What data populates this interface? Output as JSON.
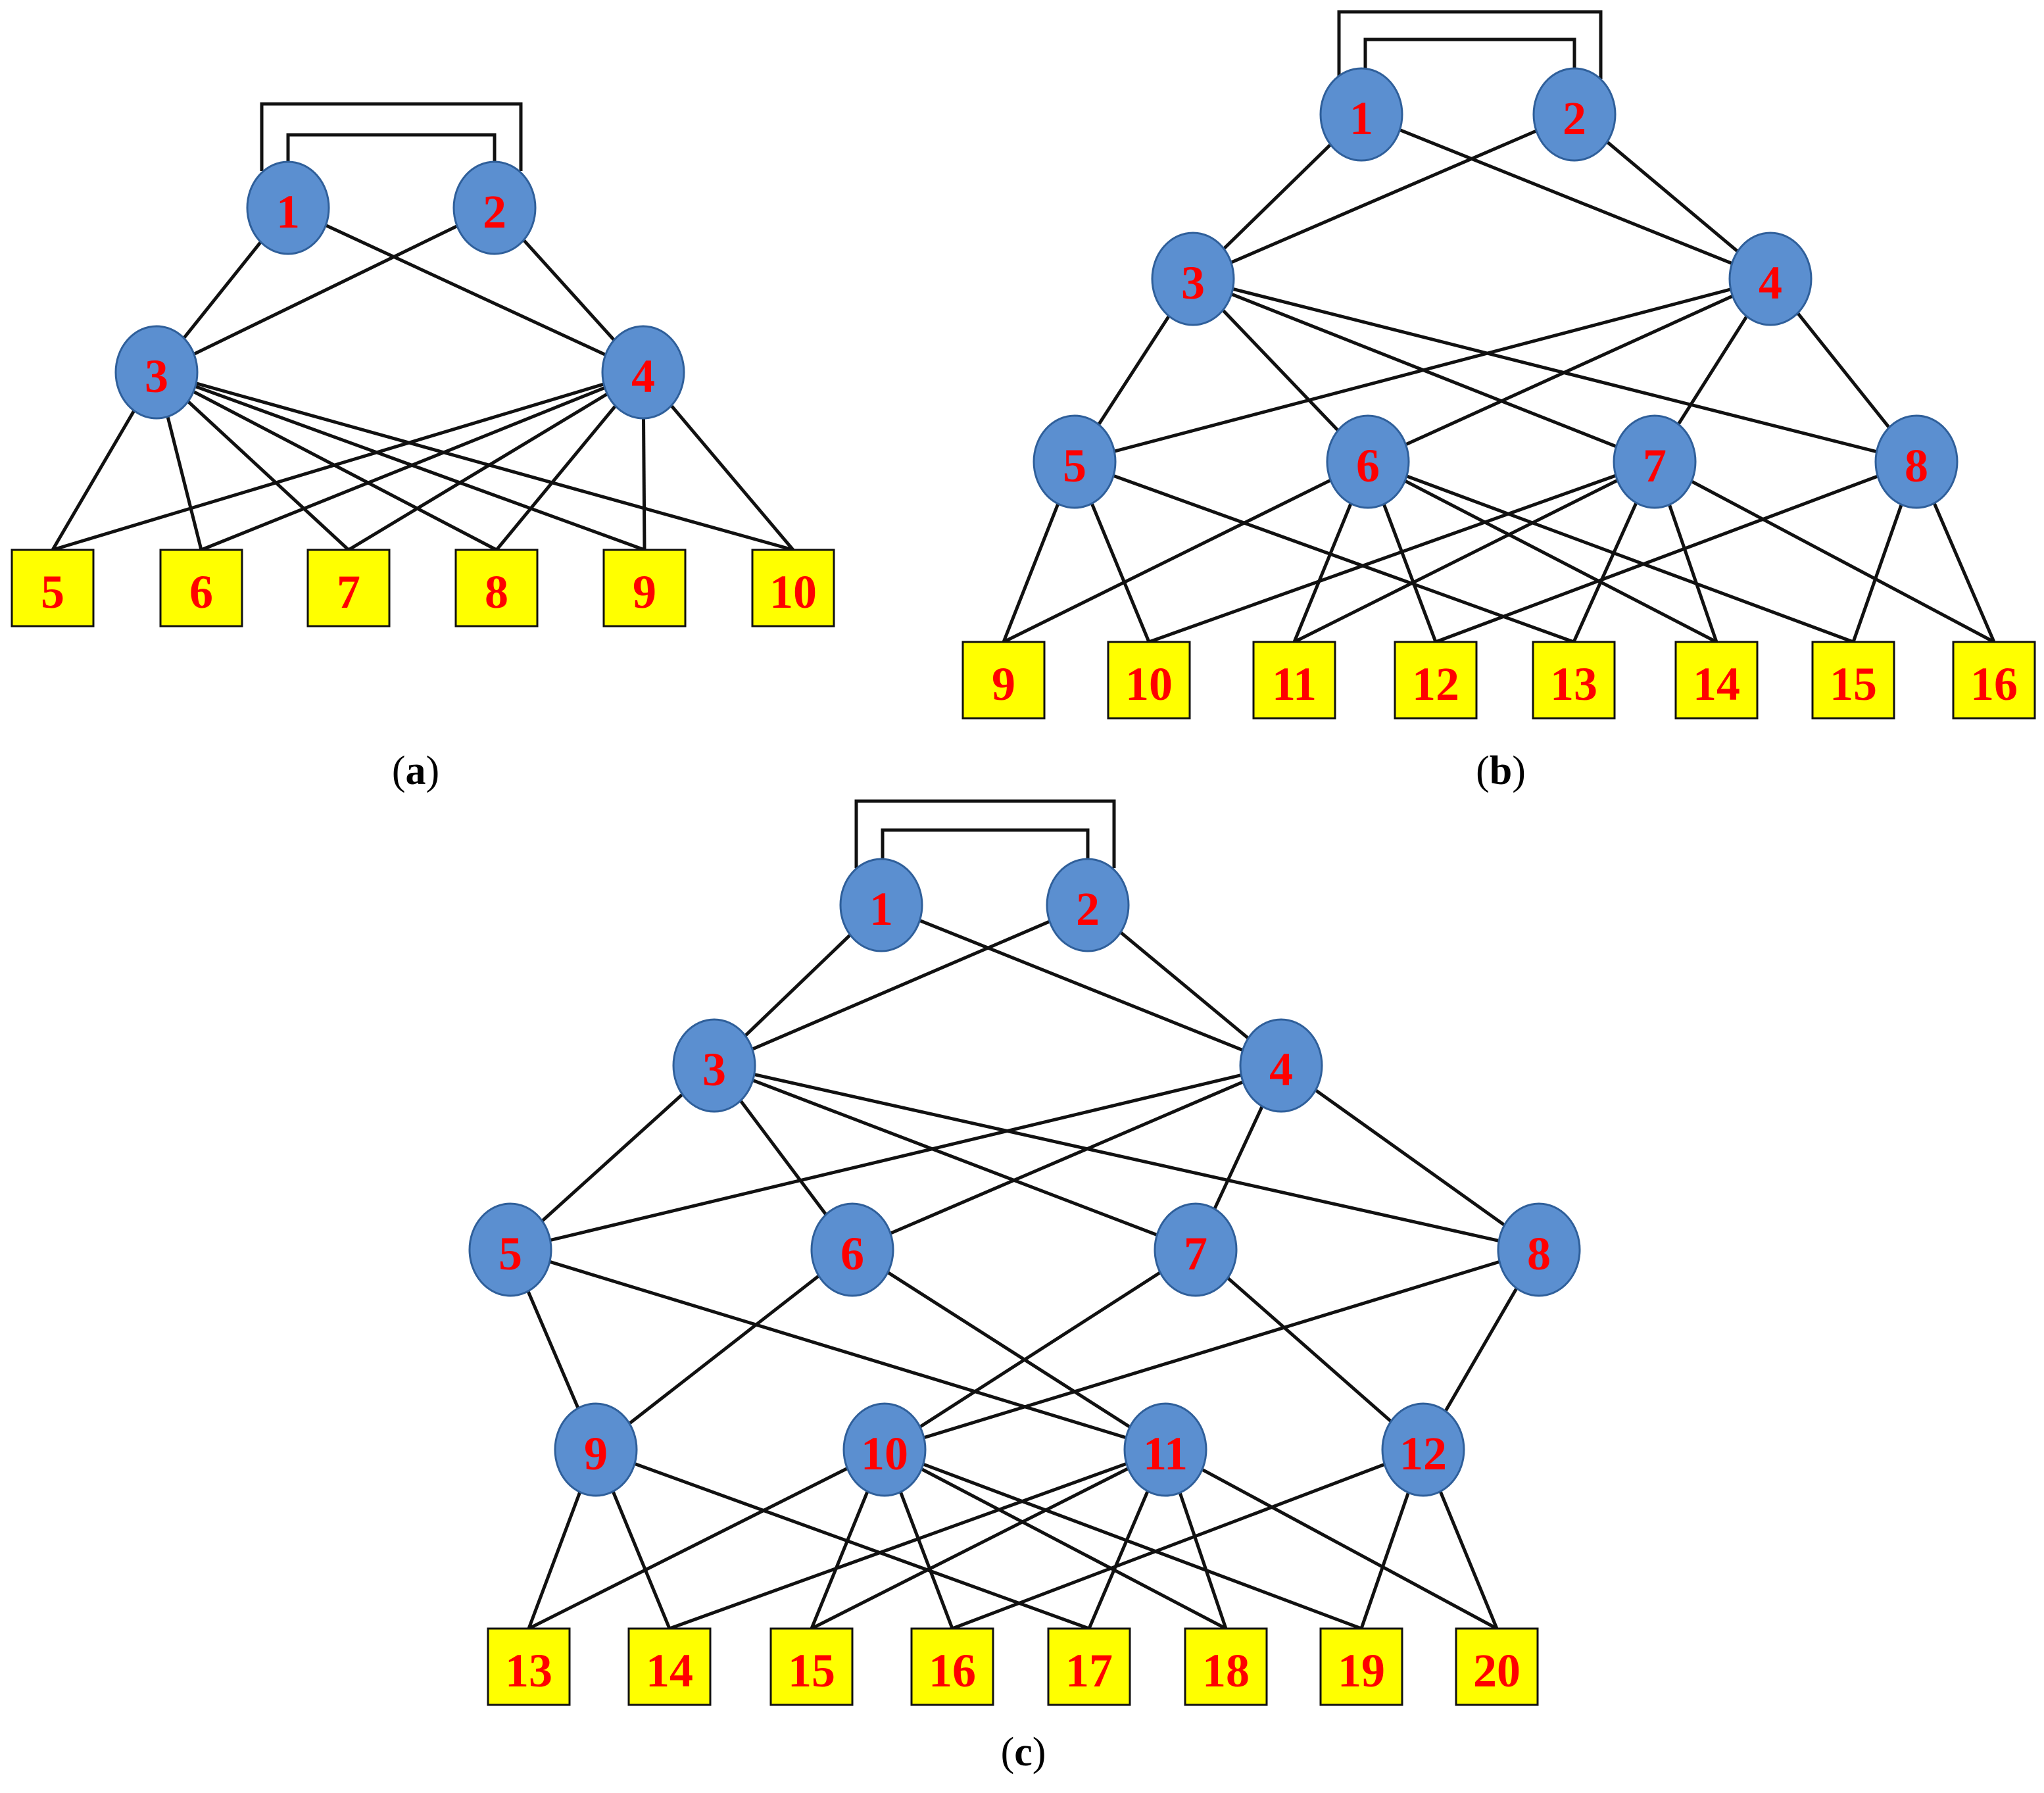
{
  "colors": {
    "switch_fill": "#5b8fd0",
    "host_fill": "#ffff00",
    "label_color": "#ff0000",
    "edge_color": "#111111"
  },
  "panels": [
    {
      "id": "a",
      "caption_letter": "a",
      "switches": [
        "1",
        "2",
        "3",
        "4"
      ],
      "hosts": [
        "5",
        "6",
        "7",
        "8",
        "9",
        "10"
      ],
      "edges": [
        [
          "1",
          "3"
        ],
        [
          "1",
          "4"
        ],
        [
          "2",
          "3"
        ],
        [
          "2",
          "4"
        ],
        [
          "3",
          "5"
        ],
        [
          "3",
          "6"
        ],
        [
          "3",
          "7"
        ],
        [
          "3",
          "8"
        ],
        [
          "3",
          "9"
        ],
        [
          "3",
          "10"
        ],
        [
          "4",
          "5"
        ],
        [
          "4",
          "6"
        ],
        [
          "4",
          "7"
        ],
        [
          "4",
          "8"
        ],
        [
          "4",
          "9"
        ],
        [
          "4",
          "10"
        ]
      ],
      "bracket": [
        "1",
        "2"
      ]
    },
    {
      "id": "b",
      "caption_letter": "b",
      "switches": [
        "1",
        "2",
        "3",
        "4",
        "5",
        "6",
        "7",
        "8"
      ],
      "hosts": [
        "9",
        "10",
        "11",
        "12",
        "13",
        "14",
        "15",
        "16"
      ],
      "edges": [
        [
          "1",
          "3"
        ],
        [
          "1",
          "4"
        ],
        [
          "2",
          "3"
        ],
        [
          "2",
          "4"
        ],
        [
          "3",
          "5"
        ],
        [
          "3",
          "6"
        ],
        [
          "3",
          "7"
        ],
        [
          "3",
          "8"
        ],
        [
          "4",
          "5"
        ],
        [
          "4",
          "6"
        ],
        [
          "4",
          "7"
        ],
        [
          "4",
          "8"
        ],
        [
          "5",
          "9"
        ],
        [
          "5",
          "10"
        ],
        [
          "5",
          "13"
        ],
        [
          "6",
          "9"
        ],
        [
          "6",
          "11"
        ],
        [
          "6",
          "12"
        ],
        [
          "6",
          "14"
        ],
        [
          "6",
          "15"
        ],
        [
          "7",
          "10"
        ],
        [
          "7",
          "11"
        ],
        [
          "7",
          "13"
        ],
        [
          "7",
          "14"
        ],
        [
          "7",
          "16"
        ],
        [
          "8",
          "12"
        ],
        [
          "8",
          "15"
        ],
        [
          "8",
          "16"
        ]
      ],
      "bracket": [
        "1",
        "2"
      ]
    },
    {
      "id": "c",
      "caption_letter": "c",
      "switches": [
        "1",
        "2",
        "3",
        "4",
        "5",
        "6",
        "7",
        "8",
        "9",
        "10",
        "11",
        "12"
      ],
      "hosts": [
        "13",
        "14",
        "15",
        "16",
        "17",
        "18",
        "19",
        "20"
      ],
      "edges": [
        [
          "1",
          "3"
        ],
        [
          "1",
          "4"
        ],
        [
          "2",
          "3"
        ],
        [
          "2",
          "4"
        ],
        [
          "3",
          "5"
        ],
        [
          "3",
          "6"
        ],
        [
          "3",
          "7"
        ],
        [
          "3",
          "8"
        ],
        [
          "4",
          "5"
        ],
        [
          "4",
          "6"
        ],
        [
          "4",
          "7"
        ],
        [
          "4",
          "8"
        ],
        [
          "5",
          "9"
        ],
        [
          "5",
          "11"
        ],
        [
          "6",
          "9"
        ],
        [
          "6",
          "11"
        ],
        [
          "7",
          "10"
        ],
        [
          "7",
          "12"
        ],
        [
          "8",
          "10"
        ],
        [
          "8",
          "12"
        ],
        [
          "9",
          "13"
        ],
        [
          "9",
          "14"
        ],
        [
          "9",
          "17"
        ],
        [
          "10",
          "13"
        ],
        [
          "10",
          "15"
        ],
        [
          "10",
          "16"
        ],
        [
          "10",
          "18"
        ],
        [
          "10",
          "19"
        ],
        [
          "11",
          "14"
        ],
        [
          "11",
          "15"
        ],
        [
          "11",
          "17"
        ],
        [
          "11",
          "18"
        ],
        [
          "11",
          "20"
        ],
        [
          "12",
          "16"
        ],
        [
          "12",
          "19"
        ],
        [
          "12",
          "20"
        ]
      ],
      "bracket": [
        "1",
        "2"
      ]
    }
  ]
}
